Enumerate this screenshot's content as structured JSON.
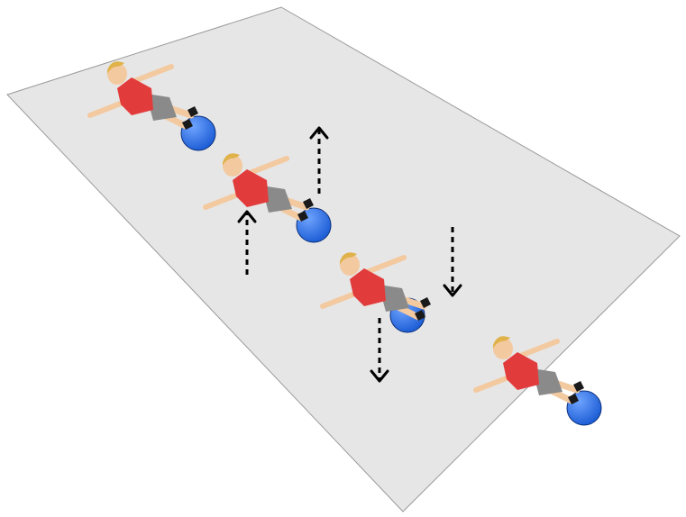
{
  "illustration": {
    "colors": {
      "background": "#ffffff",
      "mat": "#e6e6e6",
      "mat_edge": "#9a9a9a",
      "ball": "#1f5fd6",
      "ball_highlight": "#6fa4ff",
      "shirt": "#e23b3b",
      "shorts": "#8a8a8a",
      "skin": "#f3c9a0",
      "hair": "#e0b24a",
      "shoes": "#1a1a1a",
      "arrow": "#000000"
    },
    "figures": [
      {
        "pose": "hips-down",
        "icon": "figure-lying-arms-out"
      },
      {
        "pose": "hips-raised",
        "icon": "figure-lying-arms-out"
      },
      {
        "pose": "hips-lowered-ball-rolled",
        "icon": "figure-lying-arms-out"
      },
      {
        "pose": "hips-down",
        "icon": "figure-lying-arms-out"
      }
    ],
    "arrows": [
      {
        "direction": "up",
        "icon": "dashed-arrow-up"
      },
      {
        "direction": "up",
        "icon": "dashed-arrow-up"
      },
      {
        "direction": "down",
        "icon": "dashed-arrow-down"
      },
      {
        "direction": "down",
        "icon": "dashed-arrow-down"
      }
    ]
  }
}
